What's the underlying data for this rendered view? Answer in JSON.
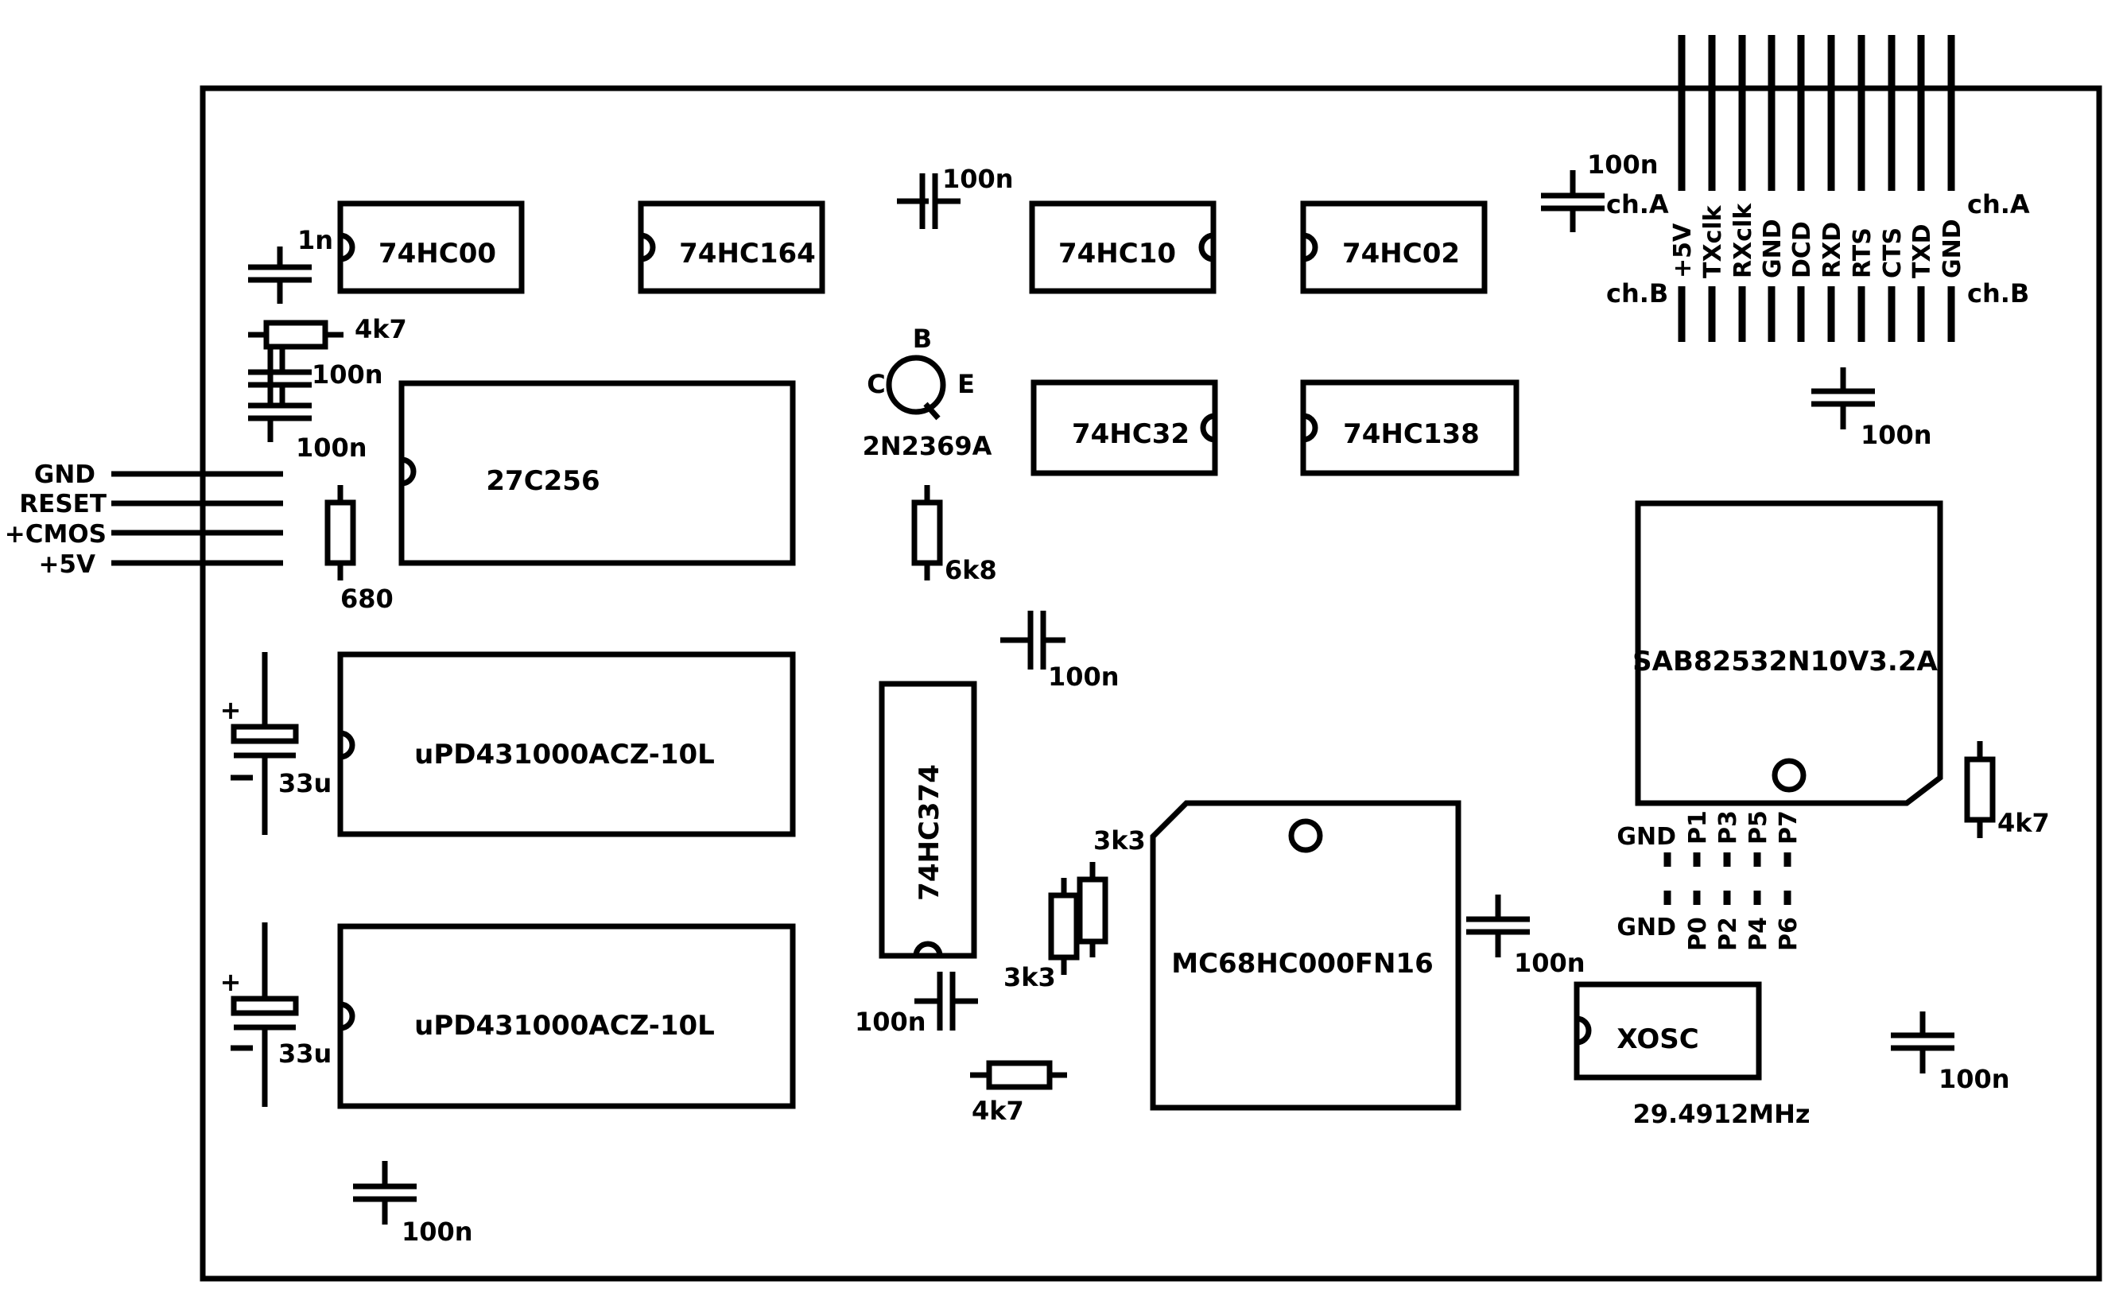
{
  "ic": {
    "u_74hc00": "74HC00",
    "u_74hc164": "74HC164",
    "u_74hc10": "74HC10",
    "u_74hc02": "74HC02",
    "u_74hc32": "74HC32",
    "u_74hc138": "74HC138",
    "u_27c256": "27C256",
    "u_ram1": "uPD431000ACZ-10L",
    "u_ram2": "uPD431000ACZ-10L",
    "u_74hc374": "74HC374",
    "u_cpu": "MC68HC000FN16",
    "u_scc": "SAB82532N10V3.2A",
    "u_xosc": "XOSC"
  },
  "labels": {
    "c_1n": "1n",
    "r_4k7_top": "4k7",
    "c_100n_a": "100n",
    "c_100n_b": "100n",
    "r_680": "680",
    "c_100n_top": "100n",
    "transistor": "2N2369A",
    "tr_b": "B",
    "tr_c": "C",
    "tr_e": "E",
    "r_6k8": "6k8",
    "c_100n_mid": "100n",
    "c_33u_1": "33u",
    "c_33u_2": "33u",
    "r_3k3_a": "3k3",
    "r_3k3_b": "3k3",
    "c_100n_374": "100n",
    "r_4k7_bottom": "4k7",
    "c_100n_cpu": "100n",
    "c_100n_bl": "100n",
    "c_100n_hdr": "100n",
    "c_100n_right": "100n",
    "r_4k7_right": "4k7",
    "c_100n_br": "100n",
    "xtal_freq": "29.4912MHz",
    "plus_1": "+",
    "plus_2": "+"
  },
  "power_connector": {
    "pins": [
      "GND",
      "RESET",
      "+CMOS",
      "+5V"
    ]
  },
  "serial_header": {
    "ch_a_left": "ch.A",
    "ch_a_right": "ch.A",
    "ch_b_left": "ch.B",
    "ch_b_right": "ch.B",
    "pins": [
      "+5V",
      "TXclk",
      "RXclk",
      "GND",
      "DCD",
      "RXD",
      "RTS",
      "CTS",
      "TXD",
      "GND"
    ]
  },
  "port_header": {
    "top": [
      "GND",
      "P1",
      "P3",
      "P5",
      "P7"
    ],
    "bottom": [
      "GND",
      "P0",
      "P2",
      "P4",
      "P6"
    ]
  }
}
